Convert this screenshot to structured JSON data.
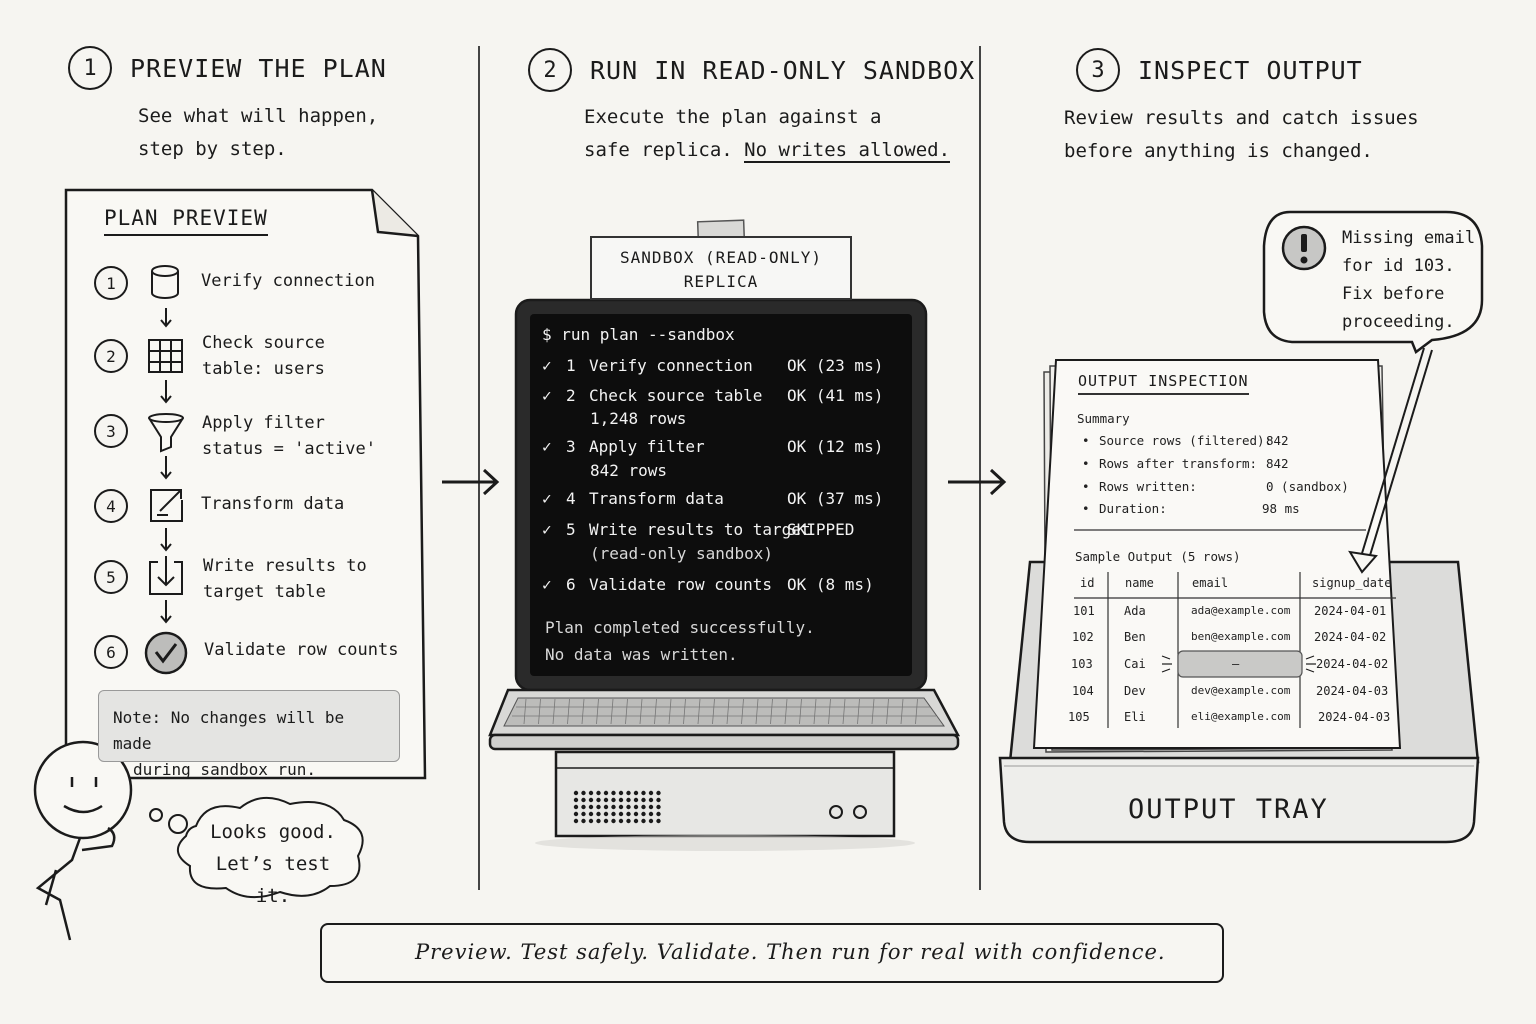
{
  "steps": [
    {
      "number": "1",
      "title": "PREVIEW THE PLAN",
      "desc_line1": "See what will happen,",
      "desc_line2": "step by step."
    },
    {
      "number": "2",
      "title": "RUN IN READ-ONLY SANDBOX",
      "desc_line1": "Execute the plan against a",
      "desc_line2_a": "safe replica. ",
      "desc_line2_b": "No writes allowed."
    },
    {
      "number": "3",
      "title": "INSPECT OUTPUT",
      "desc_line1": "Review results and catch issues",
      "desc_line2": "before anything is changed."
    }
  ],
  "plan_preview": {
    "title": "PLAN PREVIEW",
    "items": [
      {
        "num": "1",
        "line1": "Verify connection",
        "line2": "",
        "icon": "database-icon"
      },
      {
        "num": "2",
        "line1": "Check source",
        "line2": "table: users",
        "icon": "table-icon"
      },
      {
        "num": "3",
        "line1": "Apply filter",
        "line2": "status = 'active'",
        "icon": "filter-icon"
      },
      {
        "num": "4",
        "line1": "Transform data",
        "line2": "",
        "icon": "transform-icon"
      },
      {
        "num": "5",
        "line1": "Write results to",
        "line2": "target table",
        "icon": "download-icon"
      },
      {
        "num": "6",
        "line1": "Validate row counts",
        "line2": "",
        "icon": "check-circle-icon"
      }
    ],
    "note_line1": "Note: No changes will be made",
    "note_line2": "during sandbox run."
  },
  "thought_bubble": {
    "line1": "Looks good.",
    "line2": "Let’s test it."
  },
  "sandbox": {
    "label_line1": "SANDBOX (READ-ONLY)",
    "label_line2": "REPLICA",
    "command": "$ run plan --sandbox",
    "rows": [
      {
        "check": "✓",
        "num": "1",
        "text": "Verify connection",
        "sub": "",
        "status": "OK (23 ms)"
      },
      {
        "check": "✓",
        "num": "2",
        "text": "Check source table",
        "sub": "1,248 rows",
        "status": "OK (41 ms)"
      },
      {
        "check": "✓",
        "num": "3",
        "text": "Apply filter",
        "sub": "842 rows",
        "status": "OK (12 ms)"
      },
      {
        "check": "✓",
        "num": "4",
        "text": "Transform data",
        "sub": "",
        "status": "OK (37 ms)"
      },
      {
        "check": "✓",
        "num": "5",
        "text": "Write results to target",
        "sub": "(read-only sandbox)",
        "status": "SKIPPED"
      },
      {
        "check": "✓",
        "num": "6",
        "text": "Validate row counts",
        "sub": "",
        "status": "OK (8 ms)"
      }
    ],
    "done_line1": "Plan completed successfully.",
    "done_line2": "No data was written."
  },
  "output": {
    "title": "OUTPUT INSPECTION",
    "summary_label": "Summary",
    "summary": [
      {
        "label": "Source rows (filtered):",
        "value": "842"
      },
      {
        "label": "Rows after transform:",
        "value": "842"
      },
      {
        "label": "Rows written:",
        "value": "0 (sandbox)"
      },
      {
        "label": "Duration:",
        "value": "98 ms"
      }
    ],
    "sample_label": "Sample Output (5 rows)",
    "columns": [
      "id",
      "name",
      "email",
      "signup_date"
    ],
    "rows": [
      [
        "101",
        "Ada",
        "ada@example.com",
        "2024-04-01"
      ],
      [
        "102",
        "Ben",
        "ben@example.com",
        "2024-04-02"
      ],
      [
        "103",
        "Cai",
        "—",
        "2024-04-02"
      ],
      [
        "104",
        "Dev",
        "dev@example.com",
        "2024-04-03"
      ],
      [
        "105",
        "Eli",
        "eli@example.com",
        "2024-04-03"
      ]
    ],
    "callout": {
      "line1": "Missing email",
      "line2": "for id 103.",
      "line3": "Fix before",
      "line4": "proceeding.",
      "icon": "exclamation-icon"
    },
    "tray_label": "OUTPUT TRAY"
  },
  "footer": {
    "text": "Preview. Test safely. Validate. Then run for real with confidence.",
    "icon_left": "star-icon",
    "icon_right": "checkbox-icon"
  }
}
